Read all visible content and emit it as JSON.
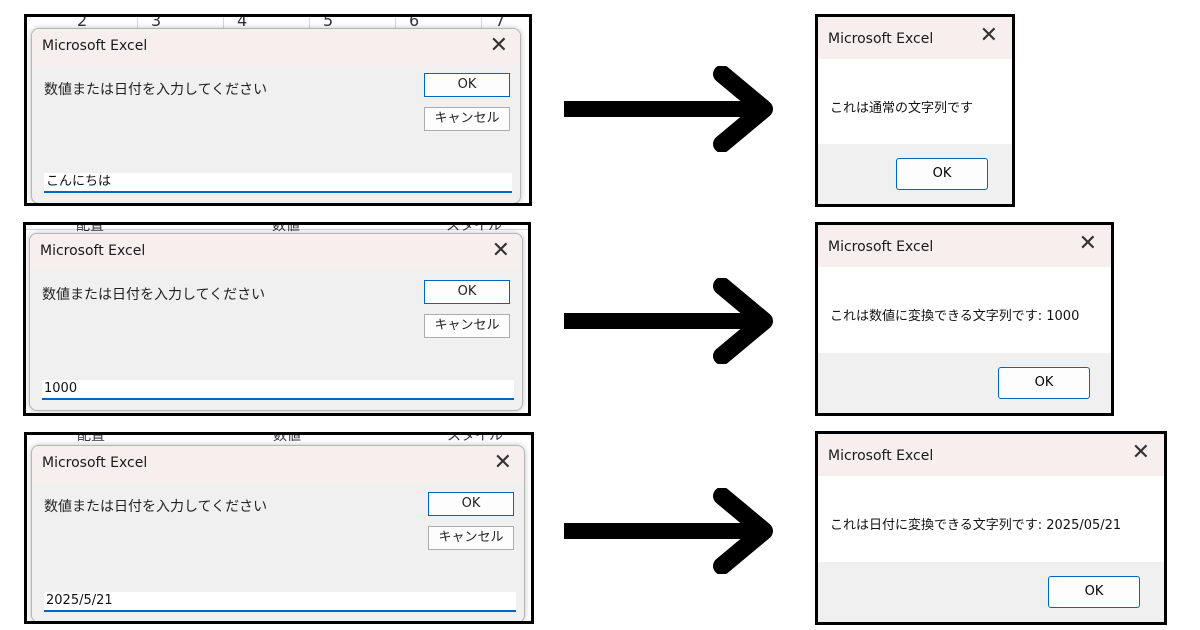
{
  "input_dialog": {
    "title": "Microsoft Excel",
    "close_glyph": "✕",
    "prompt": "数値または日付を入力してください",
    "ok_label": "OK",
    "cancel_label": "キャンセル"
  },
  "rows": [
    {
      "input_value": "こんにちは",
      "sheet_headers": [
        "2",
        "3",
        "4",
        "5",
        "6",
        "7"
      ],
      "result": {
        "title": "Microsoft Excel",
        "message": "これは通常の文字列です",
        "ok_label": "OK"
      }
    },
    {
      "input_value": "1000",
      "sheet_headers": [
        "配置",
        "数値",
        "スタイル"
      ],
      "result": {
        "title": "Microsoft Excel",
        "message": "これは数値に変換できる文字列です: 1000",
        "ok_label": "OK"
      }
    },
    {
      "input_value": "2025/5/21",
      "sheet_headers": [
        "配置",
        "数値",
        "スタイル"
      ],
      "result": {
        "title": "Microsoft Excel",
        "message": "これは日付に変換できる文字列です: 2025/05/21",
        "ok_label": "OK"
      }
    }
  ],
  "arrow_icon": "right-arrow-icon",
  "colors": {
    "accent": "#0067c0",
    "titlebar": "#f7efee",
    "frame": "#000000"
  }
}
